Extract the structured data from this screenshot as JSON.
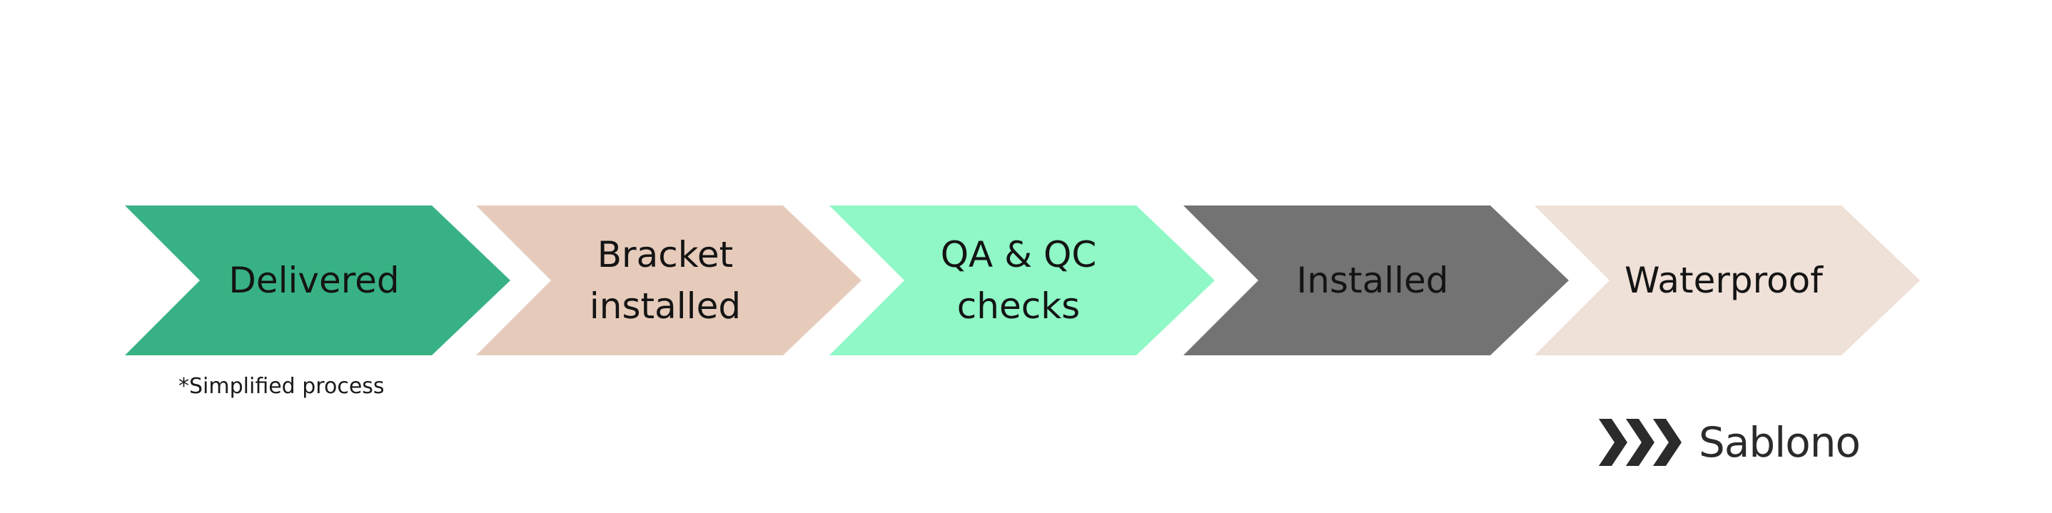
{
  "diagram": {
    "steps": [
      {
        "label": "Delivered",
        "color": "#38b284"
      },
      {
        "label": "Bracket\ninstalled",
        "color": "#e6cbbb"
      },
      {
        "label": "QA & QC\nchecks",
        "color": "#8ff8c6"
      },
      {
        "label": "Installed",
        "color": "#737373"
      },
      {
        "label": "Waterproof",
        "color": "#efe0d8"
      }
    ],
    "footnote": "*Simplified process"
  },
  "brand": {
    "name": "Sablono",
    "logo_icon": "sablono-chevrons-logo",
    "color": "#2b2b2b"
  }
}
